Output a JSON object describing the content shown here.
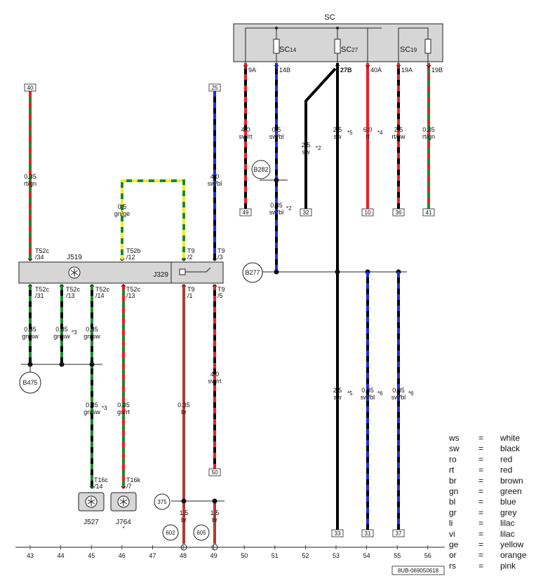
{
  "diagram": {
    "sc_label": "SC",
    "fuses": [
      {
        "label": "SC",
        "sub": "14"
      },
      {
        "label": "SC",
        "sub": "27"
      },
      {
        "label": "SC",
        "sub": "19"
      }
    ],
    "fuse_outputs": [
      "9A",
      "14B",
      "27B",
      "40A",
      "19A",
      "19B"
    ],
    "components": {
      "j519": "J519",
      "j329": "J329",
      "j527": "J527",
      "j764": "J764",
      "j764_note": "*"
    },
    "connectors": {
      "j519_in": [
        {
          "top": "T52c",
          "bot": "/34"
        },
        {
          "top": "T52b",
          "bot": "/12"
        }
      ],
      "j519_out": [
        {
          "top": "T52c",
          "bot": "/31"
        },
        {
          "top": "T52c",
          "bot": "/13"
        },
        {
          "top": "T52c",
          "bot": "/14"
        },
        {
          "top": "T52c",
          "bot": "/13"
        }
      ],
      "j329_in": [
        {
          "top": "T9",
          "bot": "/2"
        },
        {
          "top": "T9",
          "bot": "/3"
        }
      ],
      "j329_out": [
        {
          "top": "T9",
          "bot": "/1"
        },
        {
          "top": "T9",
          "bot": "/5"
        }
      ],
      "j527_pin": {
        "top": "T16c",
        "bot": "/14"
      },
      "j764_pin": {
        "top": "T16k",
        "bot": "/7"
      }
    },
    "wires": [
      {
        "size": "0.35",
        "color": "rt/gn"
      },
      {
        "size": "0.5",
        "color": "gn/ge"
      },
      {
        "size": "4.0",
        "color": "sw/bl"
      },
      {
        "size": "0.35",
        "color": "gn/sw"
      },
      {
        "size": "0.35",
        "color": "gn/sw",
        "note": "*3"
      },
      {
        "size": "0.35",
        "color": "gn/sw"
      },
      {
        "size": "0.35",
        "color": "gn/rt"
      },
      {
        "size": "0.35",
        "color": "gn/sw",
        "note": "*3"
      },
      {
        "size": "0.35",
        "color": "br"
      },
      {
        "size": "4.0",
        "color": "sw/rt"
      },
      {
        "size": "1.5",
        "color": "br"
      },
      {
        "size": "1.5",
        "color": "br"
      },
      {
        "size": "4.0",
        "color": "sw/rt"
      },
      {
        "size": "0.5",
        "color": "sw/bl"
      },
      {
        "size": "2.5",
        "color": "sw",
        "note": "*2"
      },
      {
        "size": "2.5",
        "color": "sw",
        "note": "*5"
      },
      {
        "size": "6.0",
        "color": "rt",
        "note": "*4"
      },
      {
        "size": "2.5",
        "color": "rt/sw"
      },
      {
        "size": "0.35",
        "color": "rt/gn"
      },
      {
        "size": "0.35",
        "color": "sw/bl",
        "note": "*2"
      },
      {
        "size": "2.5",
        "color": "sw",
        "note": "*5"
      },
      {
        "size": "0.35",
        "color": "sw/bl",
        "note": "*6"
      },
      {
        "size": "0.35",
        "color": "sw/bl",
        "note": "*6"
      }
    ],
    "ground_points": [
      "B475",
      "375",
      "602",
      "605",
      "B282",
      "B277"
    ],
    "terminal_boxes": [
      "40",
      "25",
      "50",
      "49",
      "32",
      "10",
      "36",
      "41",
      "33",
      "31",
      "37"
    ],
    "columns": [
      "43",
      "44",
      "45",
      "46",
      "47",
      "48",
      "49",
      "50",
      "51",
      "52",
      "53",
      "54",
      "55",
      "56"
    ],
    "figure_id": "8UB-069050618"
  },
  "legend": [
    {
      "code": "ws",
      "eq": "=",
      "name": "white"
    },
    {
      "code": "sw",
      "eq": "=",
      "name": "black"
    },
    {
      "code": "ro",
      "eq": "=",
      "name": "red"
    },
    {
      "code": "rt",
      "eq": "=",
      "name": "red"
    },
    {
      "code": "br",
      "eq": "=",
      "name": "brown"
    },
    {
      "code": "gn",
      "eq": "=",
      "name": "green"
    },
    {
      "code": "bl",
      "eq": "=",
      "name": "blue"
    },
    {
      "code": "gr",
      "eq": "=",
      "name": "grey"
    },
    {
      "code": "li",
      "eq": "=",
      "name": "lilac"
    },
    {
      "code": "vi",
      "eq": "=",
      "name": "lilac"
    },
    {
      "code": "ge",
      "eq": "=",
      "name": "yellow"
    },
    {
      "code": "or",
      "eq": "=",
      "name": "orange"
    },
    {
      "code": "rs",
      "eq": "=",
      "name": "pink"
    }
  ],
  "colors": {
    "black": "#000000",
    "red": "#ee1c24",
    "green": "#1a8a2a",
    "blue": "#1c2cf0",
    "yellow": "#f2ee1c",
    "brown": "#b03a34",
    "panel": "#d6d6d6"
  }
}
